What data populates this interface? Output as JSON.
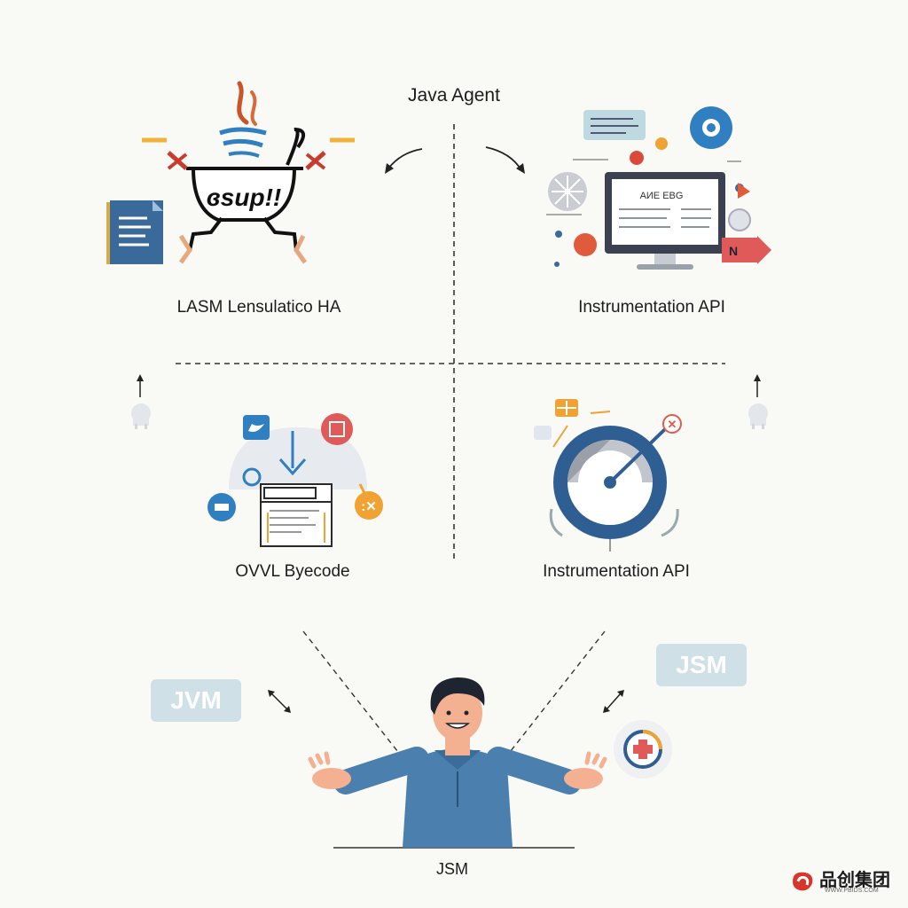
{
  "title": "Java Agent",
  "quadrants": {
    "top_left": {
      "label": "LASM Lensulatico HA",
      "pot_text": "ɞsup!!"
    },
    "top_right": {
      "label": "Instrumentation API",
      "screen_title": "AИE EBG",
      "tag_text": "N"
    },
    "bottom_left": {
      "label": "OVVL Byecode"
    },
    "bottom_right": {
      "label": "Instrumentation API"
    }
  },
  "tags": {
    "left": "JVM",
    "right": "JSM"
  },
  "person_label": "JSM",
  "brand": {
    "name": "品创集团",
    "sub": "WWW.PBIDS.COM"
  },
  "icons": {
    "coffee": "coffee-pot-icon",
    "document": "document-icon",
    "monitor": "monitor-icon",
    "gear": "gear-icon",
    "gauge": "gauge-icon",
    "bytecode": "bytecode-window-icon",
    "twitter": "twitter-icon",
    "plugin": "plugin-icon",
    "medical": "medical-cross-icon"
  },
  "colors": {
    "background": "#f9f9f6",
    "blue": "#2f6fa3",
    "navy": "#2c4f7c",
    "red": "#e05a4e",
    "orange": "#f0a232",
    "pill": "#cfe0e6",
    "shirt": "#4b7fae"
  }
}
